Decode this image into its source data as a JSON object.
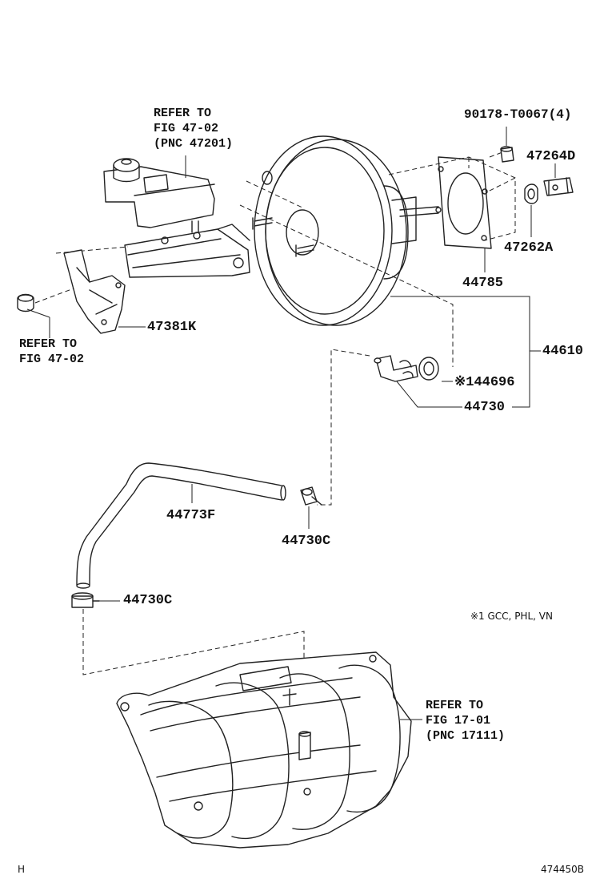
{
  "references": {
    "master_cylinder": [
      "REFER TO",
      "FIG 47-02",
      "(PNC 47201)"
    ],
    "bracket_nut": [
      "REFER TO",
      "FIG 47-02"
    ],
    "intake_manifold": [
      "REFER TO",
      "FIG 17-01",
      "(PNC 17111)"
    ]
  },
  "parts": {
    "p90178": "90178-T0067(4)",
    "p47264D": "47264D",
    "p47262A": "47262A",
    "p44785": "44785",
    "p44610": "44610",
    "p44696": "※144696",
    "p44730": "44730",
    "p47381K": "47381K",
    "p44773F": "44773F",
    "p44730C_upper": "44730C",
    "p44730C_lower": "44730C"
  },
  "note": "※1 GCC, PHL, VN",
  "corner_left": "H",
  "figure_id": "474450B"
}
